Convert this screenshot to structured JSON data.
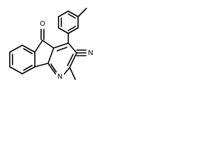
{
  "molecule": {
    "atom_labels": {
      "oxygen": "O",
      "nitrogen_ring": "N",
      "nitrile_nitrogen": "N"
    },
    "colors": {
      "bond": "#000000",
      "background": "#ffffff"
    }
  }
}
